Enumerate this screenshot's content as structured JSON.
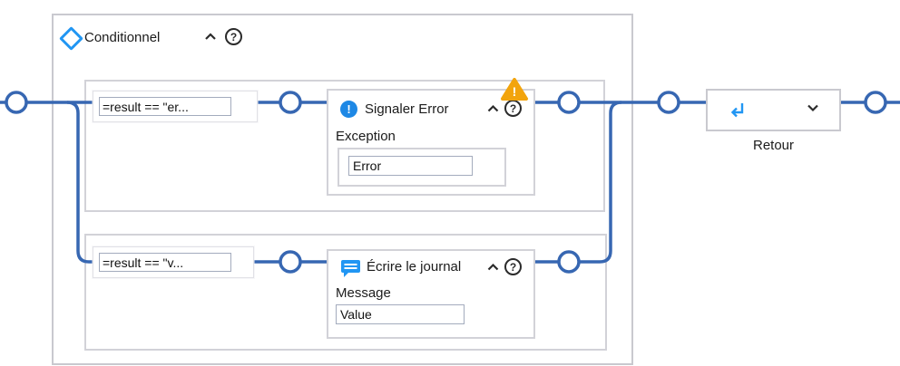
{
  "glyphs": {
    "exclamation": "!",
    "question": "?"
  },
  "conditional": {
    "title": "Conditionnel",
    "collapse_icon": "chevron-up",
    "help_icon": "question-mark-circle",
    "branches": [
      {
        "condition_expression": "=result == \"er...",
        "action": {
          "title": "Signaler Error",
          "icon": "error-exclamation-circle",
          "has_warning": true,
          "warning_icon": "warning-triangle",
          "param_label": "Exception",
          "param_value": "Error"
        }
      },
      {
        "condition_expression": "=result == \"v...",
        "action": {
          "title": "Écrire le journal",
          "icon": "message-bubble",
          "has_warning": false,
          "param_label": "Message",
          "param_value": "Value"
        }
      }
    ]
  },
  "return_node": {
    "label": "Retour",
    "icon": "return-arrow",
    "dropdown_icon": "chevron-down"
  },
  "colors": {
    "connector_blue": "#3767B2",
    "accent_blue": "#2196F3",
    "error_icon_blue": "#1E88E5",
    "warning_orange": "#F2A40D",
    "container_border": "#c9c9cf"
  }
}
